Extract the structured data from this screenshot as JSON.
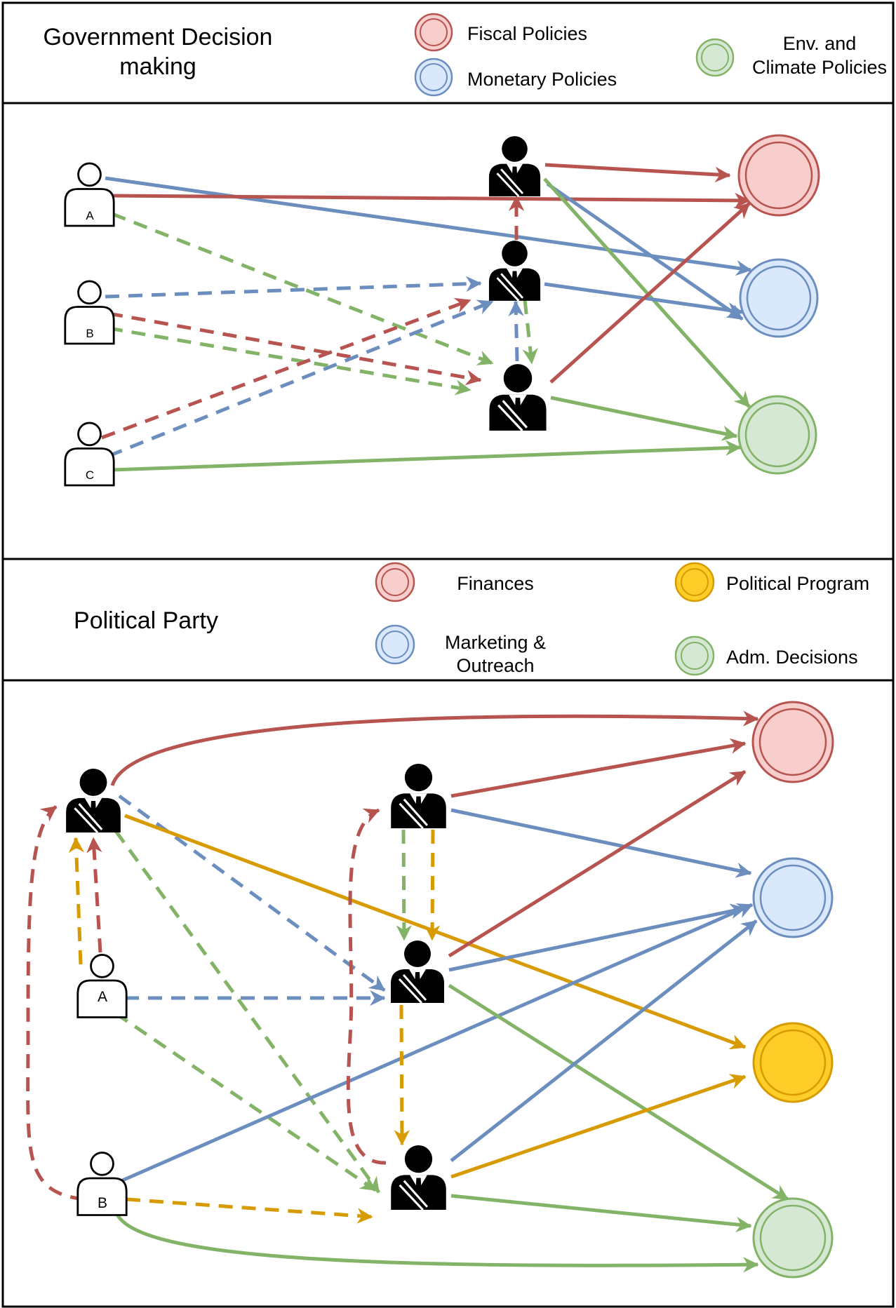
{
  "colors": {
    "red": "#b85450",
    "blue": "#6c8ebf",
    "green": "#82b366",
    "orange": "#d79b00",
    "red_fill": "#f8cecc",
    "blue_fill": "#dae8fc",
    "green_fill": "#d5e8d4",
    "orange_fill": "#ffcd28"
  },
  "icons": {
    "official": "official-suit-icon",
    "person": "person-outline-icon",
    "policy": "policy-circle-icon"
  },
  "government": {
    "title_line1": "Government Decision",
    "title_line2": "making",
    "legend": {
      "fiscal": "Fiscal Policies",
      "monetary": "Monetary Policies",
      "env_line1": "Env. and",
      "env_line2": "Climate Policies"
    },
    "persons": {
      "a": "A",
      "b": "B",
      "c": "C"
    }
  },
  "party": {
    "title": "Political Party",
    "legend": {
      "finances": "Finances",
      "marketing_line1": "Marketing &",
      "marketing_line2": "Outreach",
      "program": "Political Program",
      "adm": "Adm. Decisions"
    },
    "persons": {
      "a": "A",
      "b": "B"
    }
  }
}
